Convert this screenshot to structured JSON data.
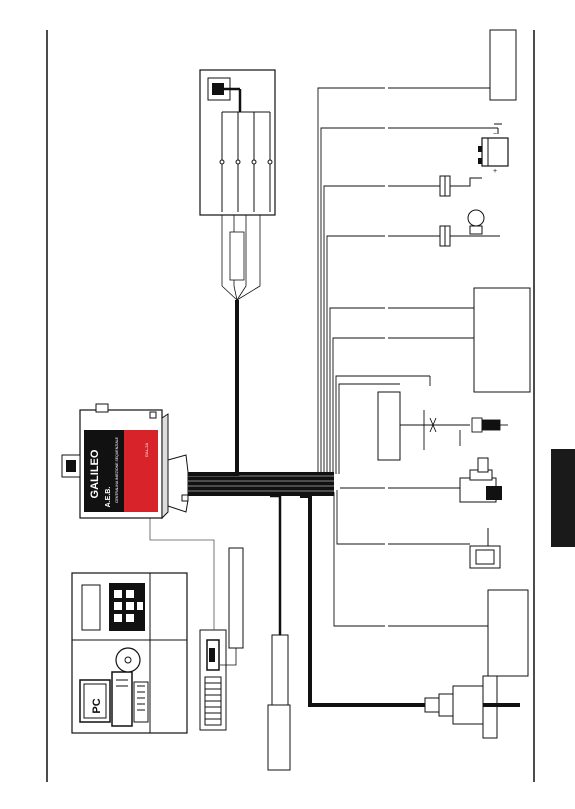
{
  "ecu": {
    "brand_label": "GALILEO",
    "logo_text": "A.E.B.",
    "tagline": "CENTRALINA INIEZIONE SEQUENZIALE",
    "part_code": "GAL-2A"
  },
  "pc": {
    "label": "PC"
  },
  "colors": {
    "ink": "#111111",
    "ecu_red": "#d8232a",
    "side_tab": "#1a1a1a",
    "paper": "#ffffff"
  },
  "icons": [
    "pc-computer-icon",
    "cd-disc-icon",
    "keypad-icon",
    "battery-icon",
    "fuse-icon",
    "ignition-key-icon",
    "lambda-probe-icon",
    "coil-sensor-icon",
    "temperature-sensor-icon",
    "pressure-sensor-icon",
    "ground-icon"
  ]
}
